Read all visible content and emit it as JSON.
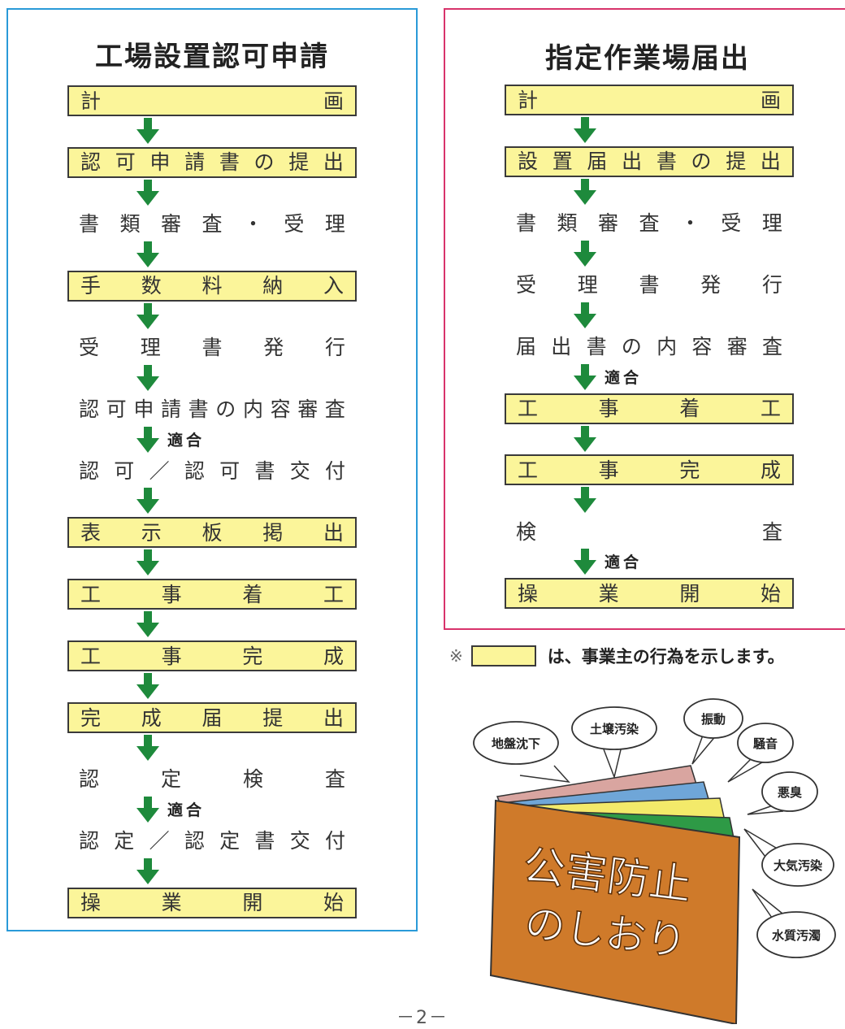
{
  "left": {
    "title": "工場設置認可申請",
    "steps": [
      {
        "text": "計画",
        "boxed": true
      },
      {
        "text": "認可申請書の提出",
        "boxed": true
      },
      {
        "text": "書類審査・受理",
        "boxed": false
      },
      {
        "text": "手数料納入",
        "boxed": true
      },
      {
        "text": "受理書発行",
        "boxed": false
      },
      {
        "text": "認可申請書の内容審査",
        "boxed": false
      },
      {
        "text": "認可／認可書交付",
        "boxed": false
      },
      {
        "text": "表示板掲出",
        "boxed": true
      },
      {
        "text": "工事着工",
        "boxed": true
      },
      {
        "text": "工事完成",
        "boxed": true
      },
      {
        "text": "完成届提出",
        "boxed": true
      },
      {
        "text": "認定検査",
        "boxed": false
      },
      {
        "text": "認定／認定書交付",
        "boxed": false
      },
      {
        "text": "操業開始",
        "boxed": true
      }
    ],
    "arrows": [
      {
        "after": 0,
        "label": ""
      },
      {
        "after": 1,
        "label": ""
      },
      {
        "after": 2,
        "label": ""
      },
      {
        "after": 3,
        "label": ""
      },
      {
        "after": 4,
        "label": ""
      },
      {
        "after": 5,
        "label": "適合"
      },
      {
        "after": 6,
        "label": ""
      },
      {
        "after": 7,
        "label": ""
      },
      {
        "after": 8,
        "label": ""
      },
      {
        "after": 9,
        "label": ""
      },
      {
        "after": 10,
        "label": ""
      },
      {
        "after": 11,
        "label": "適合"
      },
      {
        "after": 12,
        "label": ""
      }
    ]
  },
  "right": {
    "title": "指定作業場届出",
    "steps": [
      {
        "text": "計画",
        "boxed": true
      },
      {
        "text": "設置届出書の提出",
        "boxed": true
      },
      {
        "text": "書類審査・受理",
        "boxed": false
      },
      {
        "text": "受理書発行",
        "boxed": false
      },
      {
        "text": "届出書の内容審査",
        "boxed": false
      },
      {
        "text": "工事着工",
        "boxed": true
      },
      {
        "text": "工事完成",
        "boxed": true
      },
      {
        "text": "検査",
        "boxed": false
      },
      {
        "text": "操業開始",
        "boxed": true
      }
    ],
    "arrows": [
      {
        "after": 0,
        "label": ""
      },
      {
        "after": 1,
        "label": ""
      },
      {
        "after": 2,
        "label": ""
      },
      {
        "after": 3,
        "label": ""
      },
      {
        "after": 4,
        "label": "適合"
      },
      {
        "after": 5,
        "label": ""
      },
      {
        "after": 6,
        "label": ""
      },
      {
        "after": 7,
        "label": "適合"
      }
    ]
  },
  "legend": {
    "mark": "※",
    "text": "は、事業主の行為を示します。"
  },
  "illustration": {
    "cover_line1": "公害防止",
    "cover_line2": "のしおり",
    "bubbles": [
      "地盤沈下",
      "土壌汚染",
      "振動",
      "騒音",
      "悪臭",
      "大気汚染",
      "水質汚濁"
    ],
    "colors": {
      "cover": "#cf7a2a",
      "page_pink": "#d9a5a0",
      "page_blue": "#6fa6d8",
      "page_yellow": "#f3ea6a",
      "page_green": "#2e9a46",
      "arrow_green": "#1e8a3c",
      "step_fill": "#fbf59a"
    }
  },
  "page_number": "－2－"
}
